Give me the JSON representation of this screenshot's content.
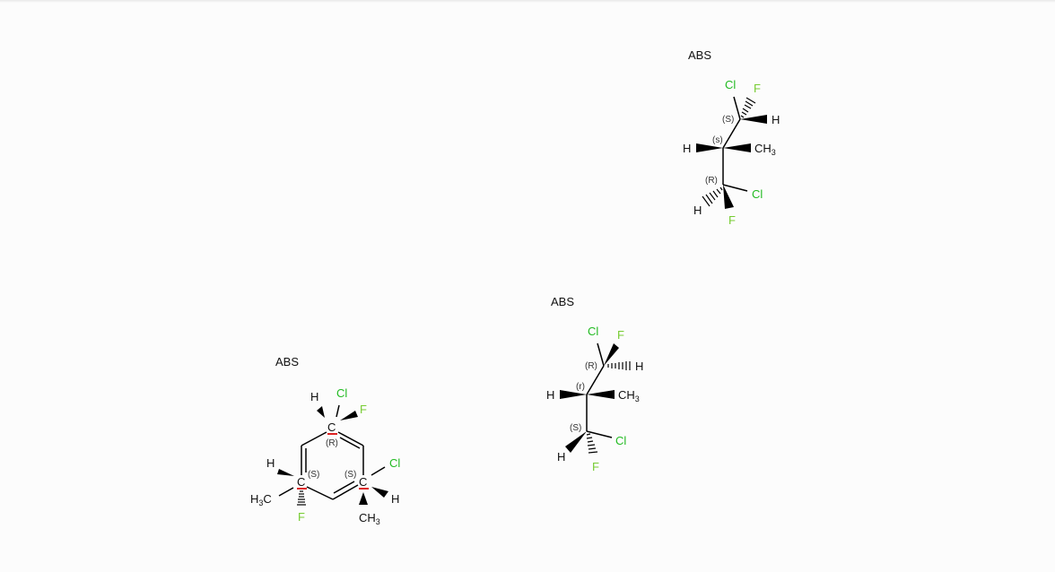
{
  "colors": {
    "chlorine": "#22bb22",
    "fluorine": "#77cc33",
    "bond": "#000000",
    "text": "#111111",
    "stereo_text": "#333333",
    "accent": "#dd2222"
  },
  "molecules": [
    {
      "abs_label": "ABS",
      "atoms": {
        "c_top": "C",
        "c_left": "C",
        "c_right": "C",
        "h_top": "H",
        "cl_top": "Cl",
        "f_top": "F",
        "h_left": "H",
        "h3c_left": "H",
        "h3c_left_sub": "3",
        "h3c_left_tail": "C",
        "f_left": "F",
        "cl_right": "Cl",
        "h_right": "H",
        "ch3_right": "CH",
        "ch3_right_sub": "3"
      },
      "stereo": {
        "top": "(R)",
        "left": "(S)",
        "right": "(S)"
      }
    },
    {
      "abs_label": "ABS",
      "atoms": {
        "cl_top": "Cl",
        "f_top": "F",
        "h_top": "H",
        "h_mid": "H",
        "ch3_mid": "CH",
        "ch3_mid_sub": "3",
        "h_bot": "H",
        "cl_bot": "Cl",
        "f_bot": "F"
      },
      "stereo": {
        "top": "(R)",
        "mid": "(r)",
        "bot": "(S)"
      }
    },
    {
      "abs_label": "ABS",
      "atoms": {
        "cl_top": "Cl",
        "f_top": "F",
        "h_top": "H",
        "h_mid": "H",
        "ch3_mid": "CH",
        "ch3_mid_sub": "3",
        "h_bot": "H",
        "cl_bot": "Cl",
        "f_bot": "F"
      },
      "stereo": {
        "top": "(S)",
        "mid": "(s)",
        "bot": "(R)"
      }
    }
  ]
}
